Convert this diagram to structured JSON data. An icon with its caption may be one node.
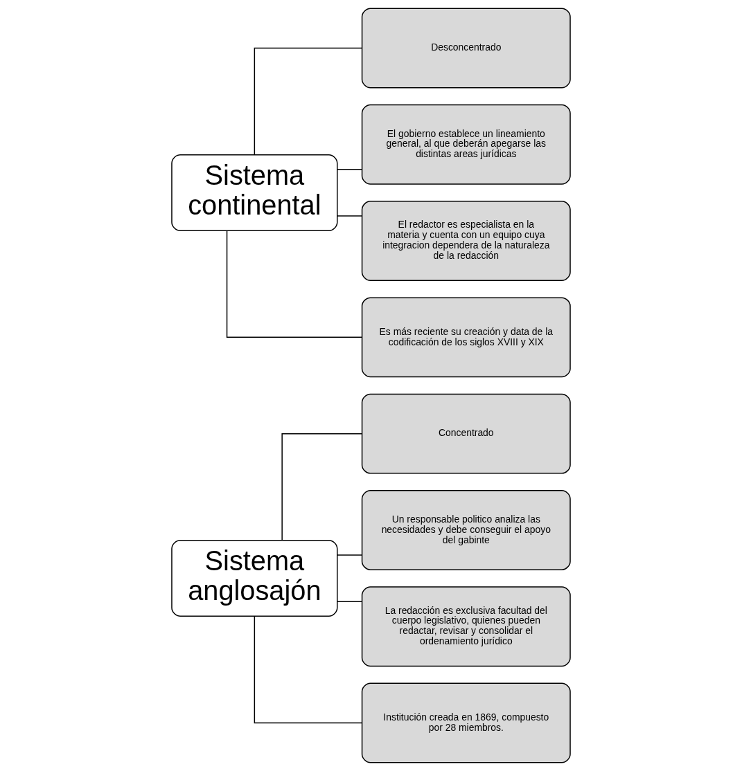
{
  "diagram": {
    "nodes": [
      {
        "text": [
          "Sistema anglosajón"
        ]
      },
      {
        "text": [
          "Concentrado"
        ]
      },
      {
        "text": [
          "Un responsable politico analiza las necesidades y debe conseguir el apoyo del gabinte"
        ]
      },
      {
        "text": [
          "La redacción es exclusiva facultad del cuerpo legislativo, quienes pueden redactar, revisar y consolidar el ordenamiento jurídico"
        ]
      },
      {
        "text": [
          "Institución creada en 1869, compuesto por 28 miembros."
        ]
      },
      {
        "text": [
          "Sistema continental"
        ]
      },
      {
        "text": [
          "Desconcentrado"
        ]
      },
      {
        "text": [
          "El gobierno establece un lineamiento general, al que deberán apegarse las distintas areas jurídicas"
        ]
      },
      {
        "text": [
          "El redactor es especialista en la materia y cuenta con un equipo cuya integracion dependera de la naturaleza de la redacción"
        ]
      },
      {
        "text": [
          "Es más reciente su creación y data de la codificación de los siglos XVIII y XIX"
        ]
      }
    ],
    "edges": [
      {
        "from": 0,
        "to": 1,
        "arrow": "none"
      },
      {
        "from": 0,
        "to": 2,
        "arrow": "none"
      },
      {
        "from": 0,
        "to": 3,
        "arrow": "none"
      },
      {
        "from": 0,
        "to": 4,
        "arrow": "none"
      },
      {
        "from": 5,
        "to": 6,
        "arrow": "none"
      },
      {
        "from": 5,
        "to": 7,
        "arrow": "none"
      },
      {
        "from": 5,
        "to": 8,
        "arrow": "none"
      },
      {
        "from": 5,
        "to": 9,
        "arrow": "none"
      }
    ]
  }
}
